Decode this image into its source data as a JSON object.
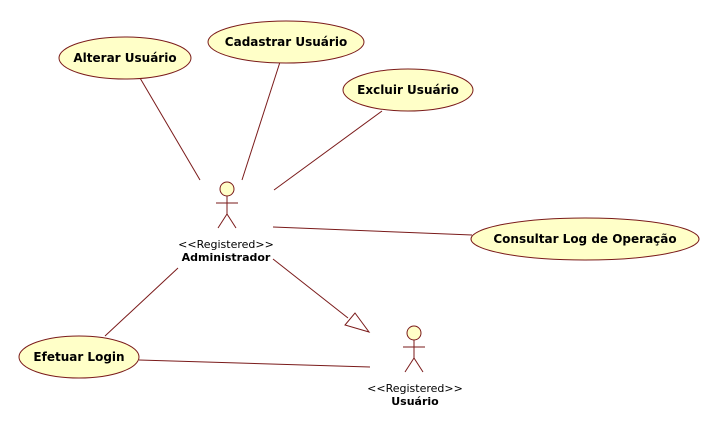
{
  "colors": {
    "line": "#7a1a1a",
    "usecase_fill": "#ffffc8",
    "usecase_stroke": "#7a1a1a",
    "actor_fill": "#ffffc8",
    "actor_stroke": "#7a1a1a",
    "background": "#ffffff"
  },
  "use_cases": {
    "alterar": "Alterar Usuário",
    "cadastrar": "Cadastrar Usuário",
    "excluir": "Excluir Usuário",
    "consultar": "Consultar Log de Operação",
    "efetuar": "Efetuar Login"
  },
  "actors": {
    "administrador": {
      "stereotype": "<<Registered>>",
      "name": "Administrador"
    },
    "usuario": {
      "stereotype": "<<Registered>>",
      "name": "Usuário"
    }
  },
  "relationships": [
    {
      "from": "administrador",
      "to": "alterar",
      "type": "association"
    },
    {
      "from": "administrador",
      "to": "cadastrar",
      "type": "association"
    },
    {
      "from": "administrador",
      "to": "excluir",
      "type": "association"
    },
    {
      "from": "administrador",
      "to": "consultar",
      "type": "association"
    },
    {
      "from": "administrador",
      "to": "efetuar",
      "type": "association"
    },
    {
      "from": "usuario",
      "to": "efetuar",
      "type": "association"
    },
    {
      "from": "administrador",
      "to": "usuario",
      "type": "generalization"
    }
  ]
}
